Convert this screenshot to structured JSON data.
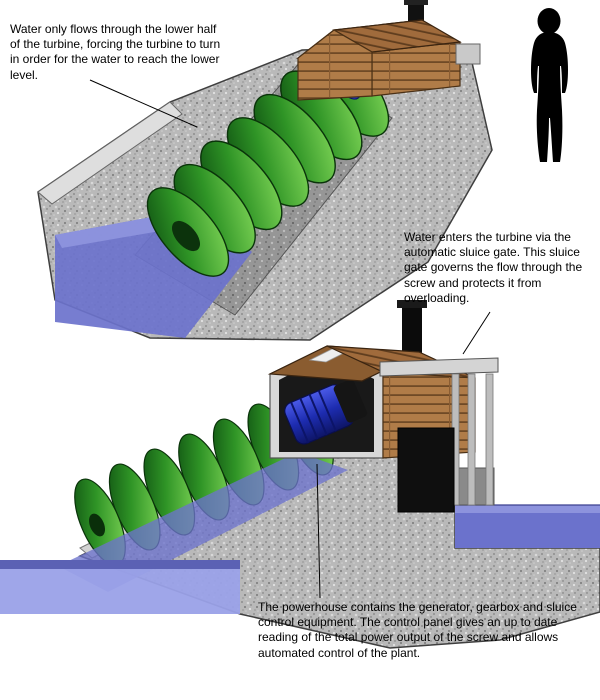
{
  "annotations": {
    "turbine_flow": {
      "text": "Water only flows through the lower half of the turbine, forcing the turbine to turn in order for the water to reach the lower level."
    },
    "sluice_gate": {
      "text": "Water enters the turbine via the automatic sluice gate. This sluice gate governs the flow through the screw and protects it from overloading."
    },
    "powerhouse": {
      "text": "The powerhouse contains the generator, gearbox and sluice control equipment. The control panel gives an up to date reading of the total power output of the screw and allows automated control of the plant."
    }
  },
  "figures": {
    "top_view": "archimedes-screw-isometric-view",
    "bottom_view": "archimedes-screw-cutaway-side-view",
    "scale_icon": "person-silhouette"
  },
  "colors": {
    "background": "#ffffff",
    "concrete": "#b9b9b9",
    "water": "#6b72cc",
    "water_light": "#9aa1e8",
    "water_surface": "#8d93dd",
    "screw_green": "#2f9426",
    "wood": "#b07c48",
    "generator_blue": "#2438c8",
    "silhouette": "#000000"
  }
}
